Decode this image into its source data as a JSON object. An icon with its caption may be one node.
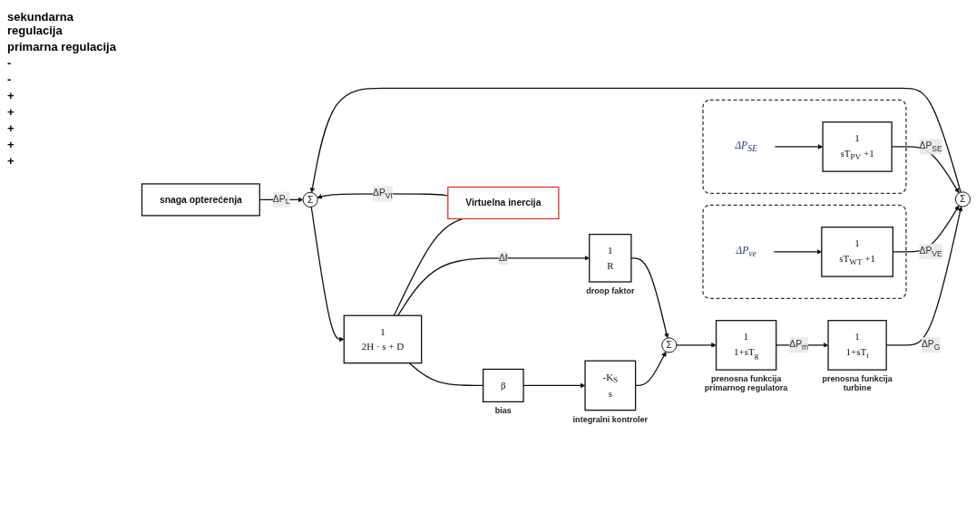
{
  "diagram": {
    "nodes": [
      {
        "text": [
          "β"
        ],
        "beside": [
          "bias"
        ]
      },
      {
        "text": [
          "-K$_{S}$",
          "s"
        ],
        "beside": [
          "integralni kontroler"
        ]
      },
      {
        "text": [
          "1",
          "R"
        ],
        "beside": [
          "droop faktor"
        ]
      },
      {
        "text": [
          "Σ"
        ]
      },
      {
        "text": [
          "1",
          "1+sT$_{g}$"
        ],
        "beside": [
          "prenosna funkcija primarnog regulatora"
        ]
      },
      {
        "text": [
          "1",
          "1+sT$_{t}$"
        ],
        "beside": [
          "prenosna funkcija turbine"
        ]
      },
      {
        "text": [
          "Σ"
        ]
      },
      {
        "text": [
          "snaga opterećenja"
        ]
      },
      {
        "text": [
          "Σ"
        ]
      },
      {
        "text": [
          "1",
          "2H · s + D"
        ]
      },
      {
        "text": [],
        "shape": "box"
      },
      {
        "text": [
          "ΔP$_{ve}$"
        ],
        "in": 10
      },
      {
        "text": [
          "1",
          "sT$_{WT}$ +1"
        ],
        "in": 10
      },
      {
        "text": [],
        "shape": "box"
      },
      {
        "text": [
          "ΔP$_{SE}$"
        ],
        "in": 13
      },
      {
        "text": [
          "1",
          "sT$_{PV}$ +1"
        ],
        "in": 13
      },
      {
        "text": [
          "Virtuelna inercija"
        ]
      }
    ],
    "edges": [
      {
        "from": 9,
        "to": 2,
        "arrow": "to",
        "label": "Δf"
      },
      {
        "from": 9,
        "to": 0,
        "arrow": "none"
      },
      {
        "from": 0,
        "to": 1,
        "arrow": "to"
      },
      {
        "from": 1,
        "to": 3,
        "arrow": "to"
      },
      {
        "from": 2,
        "to": 3,
        "arrow": "to"
      },
      {
        "from": 3,
        "to": 4,
        "arrow": "to"
      },
      {
        "from": 4,
        "to": 5,
        "arrow": "to",
        "label": "ΔP$_{m}$"
      },
      {
        "from": 5,
        "to": 6,
        "arrow": "to",
        "label": "ΔP$_{G}$"
      },
      {
        "from": 11,
        "to": 12,
        "arrow": "to"
      },
      {
        "from": 12,
        "to": 6,
        "arrow": "to",
        "label": "ΔP$_{VE}$"
      },
      {
        "from": 14,
        "to": 15,
        "arrow": "to"
      },
      {
        "from": 15,
        "to": 6,
        "arrow": "to",
        "label": "ΔP$_{SE}$"
      },
      {
        "from": 6,
        "to": 8,
        "arrow": "to"
      },
      {
        "from": 7,
        "to": 8,
        "arrow": "to",
        "label": "ΔP$_{L}$"
      },
      {
        "from": 16,
        "to": 8,
        "arrow": "to",
        "label": "ΔP$_{VI}$"
      },
      {
        "from": 9,
        "to": 16,
        "arrow": "none"
      },
      {
        "from": 8,
        "to": 9,
        "arrow": "to"
      }
    ],
    "labels": [
      "sekundarna regulacija",
      "primarna regulacija",
      "-",
      "-",
      "+",
      "+",
      "+",
      "+",
      "+"
    ]
  }
}
